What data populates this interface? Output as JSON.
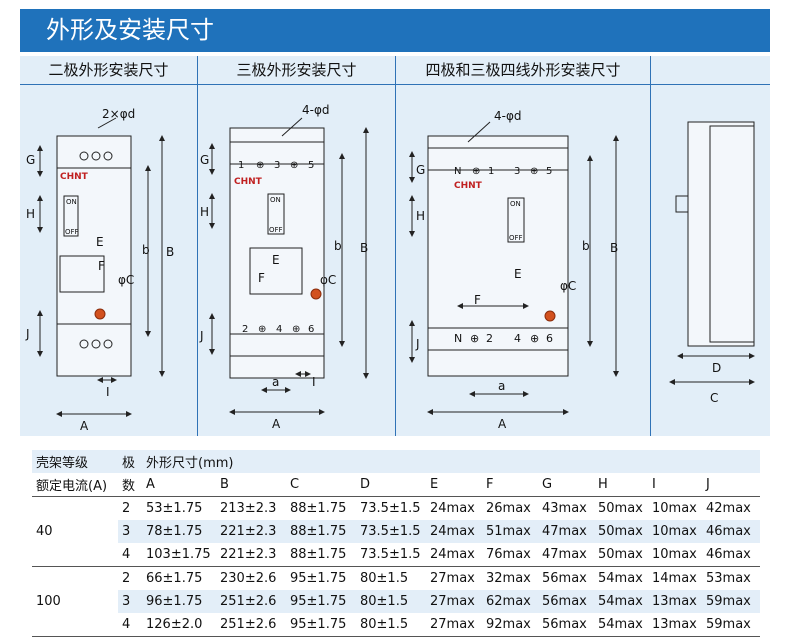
{
  "title": "外形及安装尺寸",
  "panels": [
    {
      "header": "二极外形安装尺寸",
      "hole_label": "2×φd",
      "brand": "CHNT",
      "switch_on": "ON",
      "switch_off": "OFF"
    },
    {
      "header": "三极外形安装尺寸",
      "hole_label": "4-φd",
      "brand": "CHNT",
      "switch_on": "ON",
      "switch_off": "OFF",
      "top_terminals": [
        "1",
        "⊕",
        "3",
        "⊕",
        "5"
      ],
      "bottom_terminals": [
        "2",
        "⊕",
        "4",
        "⊕",
        "6"
      ]
    },
    {
      "header": "四极和三极四线外形安装尺寸",
      "hole_label": "4-φd",
      "brand": "CHNT",
      "switch_on": "ON",
      "switch_off": "OFF",
      "top_terminals": [
        "N",
        "⊕",
        "1",
        "3",
        "⊕",
        "5"
      ],
      "bottom_terminals": [
        "N",
        "⊕",
        "2",
        "4",
        "⊕",
        "6"
      ]
    },
    {
      "header": ""
    }
  ],
  "dims": {
    "A": "A",
    "B": "B",
    "b": "b",
    "a": "a",
    "C": "C",
    "D": "D",
    "E": "E",
    "F": "F",
    "G": "G",
    "H": "H",
    "I": "I",
    "J": "J",
    "phiC": "φC"
  },
  "table": {
    "col_frame": "壳架等级",
    "col_pole": "极",
    "col_size": "外形尺寸(mm)",
    "col_current": "额定电流(A)",
    "col_count": "数",
    "letters": [
      "A",
      "B",
      "C",
      "D",
      "E",
      "F",
      "G",
      "H",
      "I",
      "J"
    ],
    "groups": [
      {
        "frame": "40",
        "rows": [
          {
            "pole": "2",
            "values": [
              "53±1.75",
              "213±2.3",
              "88±1.75",
              "73.5±1.5",
              "24max",
              "26max",
              "43max",
              "50max",
              "10max",
              "42max"
            ]
          },
          {
            "pole": "3",
            "values": [
              "78±1.75",
              "221±2.3",
              "88±1.75",
              "73.5±1.5",
              "24max",
              "51max",
              "47max",
              "50max",
              "10max",
              "46max"
            ]
          },
          {
            "pole": "4",
            "values": [
              "103±1.75",
              "221±2.3",
              "88±1.75",
              "73.5±1.5",
              "24max",
              "76max",
              "47max",
              "50max",
              "10max",
              "46max"
            ]
          }
        ]
      },
      {
        "frame": "100",
        "rows": [
          {
            "pole": "2",
            "values": [
              "66±1.75",
              "230±2.6",
              "95±1.75",
              "80±1.5",
              "27max",
              "32max",
              "56max",
              "54max",
              "14max",
              "53max"
            ]
          },
          {
            "pole": "3",
            "values": [
              "96±1.75",
              "251±2.6",
              "95±1.75",
              "80±1.5",
              "27max",
              "62max",
              "56max",
              "54max",
              "13max",
              "59max"
            ]
          },
          {
            "pole": "4",
            "values": [
              "126±2.0",
              "251±2.6",
              "95±1.75",
              "80±1.5",
              "27max",
              "92max",
              "56max",
              "54max",
              "13max",
              "59max"
            ]
          }
        ]
      }
    ]
  },
  "colors": {
    "title_bg": "#1f72bb",
    "drawing_bg": "#e2eef8",
    "accent_line": "#2f72b6",
    "terminal_dot": "#d2511e"
  }
}
